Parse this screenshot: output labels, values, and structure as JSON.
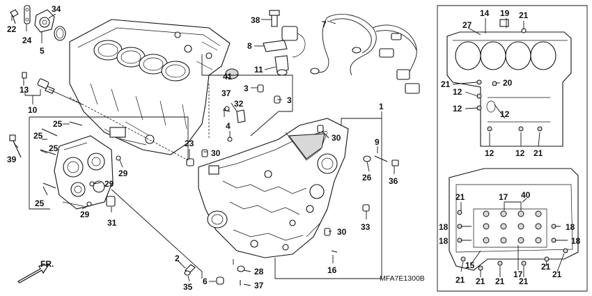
{
  "diagram": {
    "code": "MFA7E1300B",
    "direction_label": "FR.",
    "callouts": {
      "c22": "22",
      "c24": "24",
      "c34": "34",
      "c5": "5",
      "c13": "13",
      "c10": "10",
      "c25a": "25",
      "c25b": "25",
      "c25c": "25",
      "c25d": "25",
      "c39": "39",
      "c29a": "29",
      "c29b": "29",
      "c29c": "29",
      "c31": "31",
      "c38": "38",
      "c8": "8",
      "c11": "11",
      "c41": "41",
      "c37a": "37",
      "c3a": "3",
      "c3b": "3",
      "c32": "32",
      "c4": "4",
      "c7": "7",
      "c30a": "30",
      "c30b": "30",
      "c30c": "30",
      "c23": "23",
      "c1": "1",
      "c9": "9",
      "c26": "26",
      "c36": "36",
      "c33": "33",
      "c16": "16",
      "c2": "2",
      "c35": "35",
      "c6": "6",
      "c28": "28",
      "c37b": "37",
      "c14": "14",
      "c27": "27",
      "c19": "19",
      "c21a": "21",
      "c21b": "21",
      "c20": "20",
      "c12a": "12",
      "c12b": "12",
      "c12c": "12",
      "c12d": "12",
      "c12e": "12",
      "c21c": "21",
      "c21d": "21",
      "c40": "40",
      "c17a": "17",
      "c17b": "17",
      "c18a": "18",
      "c18b": "18",
      "c18c": "18",
      "c18d": "18",
      "c15": "15",
      "c21e": "21",
      "c21f": "21",
      "c21g": "21",
      "c21h": "21",
      "c21i": "21",
      "c21j": "21"
    }
  }
}
